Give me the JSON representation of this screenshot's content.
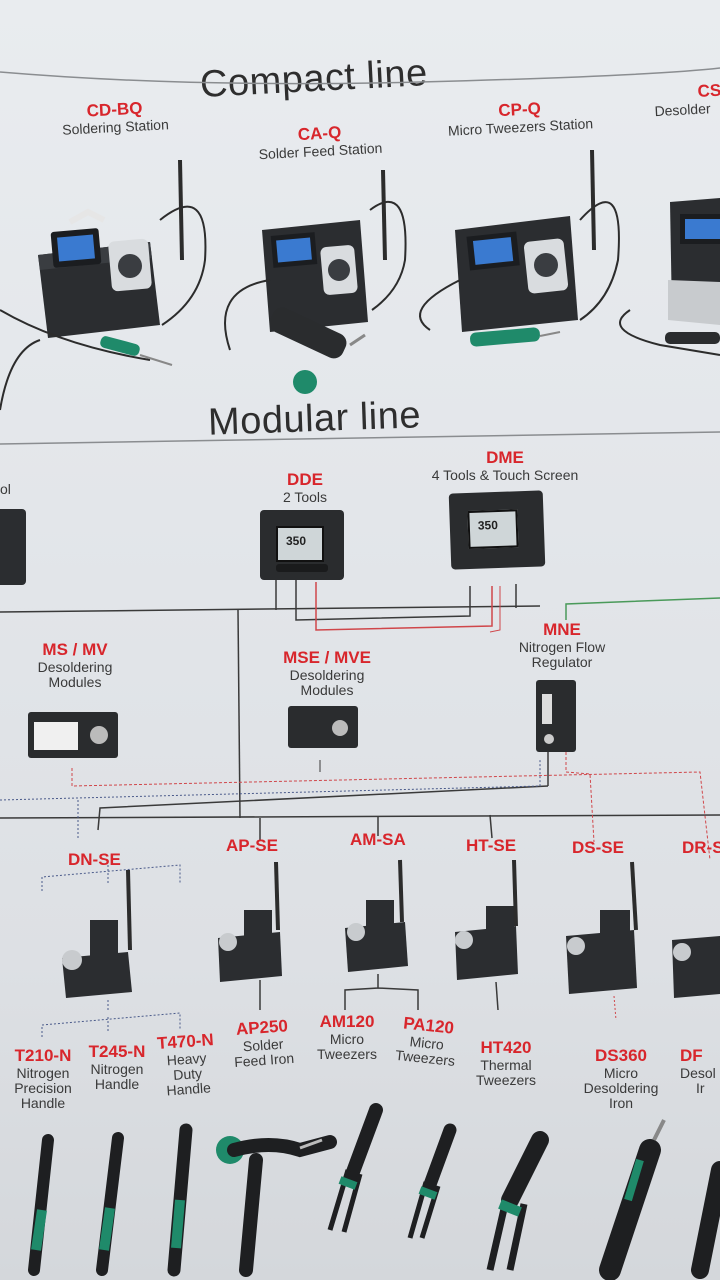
{
  "sections": {
    "compact": "Compact line",
    "modular": "Modular line"
  },
  "compact_products": [
    {
      "code": "CD-BQ",
      "desc": "Soldering Station"
    },
    {
      "code": "CA-Q",
      "desc": "Solder Feed Station"
    },
    {
      "code": "CP-Q",
      "desc": "Micro Tweezers Station"
    },
    {
      "code": "CS",
      "desc": "Desolder"
    }
  ],
  "modular_stations": [
    {
      "code": "DDE",
      "desc": "2 Tools",
      "screen": "350"
    },
    {
      "code": "DME",
      "desc": "4 Tools & Touch Screen",
      "screen": "350"
    }
  ],
  "partial_left_label": "ol",
  "modules": [
    {
      "code": "MS / MV",
      "desc": [
        "Desoldering",
        "Modules"
      ]
    },
    {
      "code": "MSE / MVE",
      "desc": [
        "Desoldering",
        "Modules"
      ]
    },
    {
      "code": "MNE",
      "desc": [
        "Nitrogen Flow",
        "Regulator"
      ]
    }
  ],
  "stands": [
    {
      "code": "DN-SE"
    },
    {
      "code": "AP-SE"
    },
    {
      "code": "AM-SA"
    },
    {
      "code": "HT-SE"
    },
    {
      "code": "DS-SE"
    },
    {
      "code": "DR-S"
    }
  ],
  "handpieces": [
    {
      "code": "T210-N",
      "desc": [
        "Nitrogen",
        "Precision",
        "Handle"
      ]
    },
    {
      "code": "T245-N",
      "desc": [
        "Nitrogen",
        "Handle"
      ]
    },
    {
      "code": "T470-N",
      "desc": [
        "Heavy",
        "Duty",
        "Handle"
      ]
    },
    {
      "code": "AP250",
      "desc": [
        "Solder",
        "Feed Iron"
      ]
    },
    {
      "code": "AM120",
      "desc": [
        "Micro",
        "Tweezers"
      ]
    },
    {
      "code": "PA120",
      "desc": [
        "Micro",
        "Tweezers"
      ]
    },
    {
      "code": "HT420",
      "desc": [
        "Thermal",
        "Tweezers"
      ]
    },
    {
      "code": "DS360",
      "desc": [
        "Micro",
        "Desoldering",
        "Iron"
      ]
    },
    {
      "code": "DF",
      "desc": [
        "Desol",
        "Ir"
      ]
    }
  ],
  "colors": {
    "accent_red": "#d8262c",
    "wire_dark": "#3a3a3a",
    "wire_red": "#d0464a",
    "wire_green": "#4a9a5a",
    "wire_blue": "#4a5a8a",
    "device_dark": "#2a2c2e",
    "handle_green": "#1f8a6a"
  }
}
